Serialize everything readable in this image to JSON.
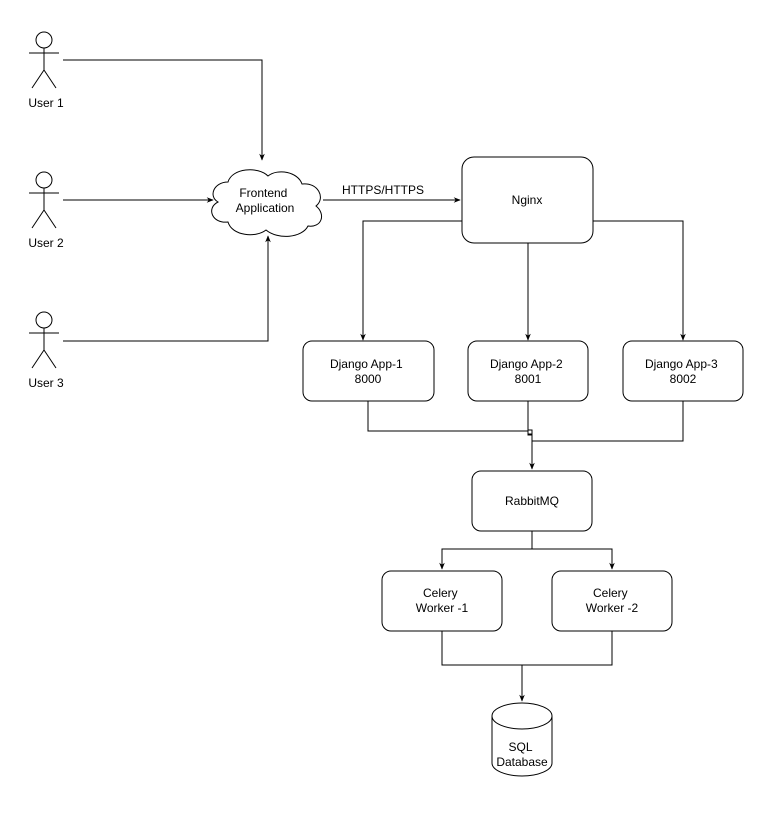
{
  "actors": [
    {
      "id": "user1",
      "label": "User 1"
    },
    {
      "id": "user2",
      "label": "User 2"
    },
    {
      "id": "user3",
      "label": "User 3"
    }
  ],
  "frontend": {
    "lines": [
      "Frontend",
      "Application"
    ]
  },
  "connection_label": "HTTPS/HTTPS",
  "nginx": {
    "label": "Nginx"
  },
  "apps": [
    {
      "lines": [
        "Django App-1",
        "8000"
      ]
    },
    {
      "lines": [
        "Django App-2",
        "8001"
      ]
    },
    {
      "lines": [
        "Django App-3",
        "8002"
      ]
    }
  ],
  "queue": {
    "label": "RabbitMQ"
  },
  "workers": [
    {
      "lines": [
        "Celery",
        "Worker -1"
      ]
    },
    {
      "lines": [
        "Celery",
        "Worker -2"
      ]
    }
  ],
  "database": {
    "lines": [
      "SQL",
      "Database"
    ]
  }
}
